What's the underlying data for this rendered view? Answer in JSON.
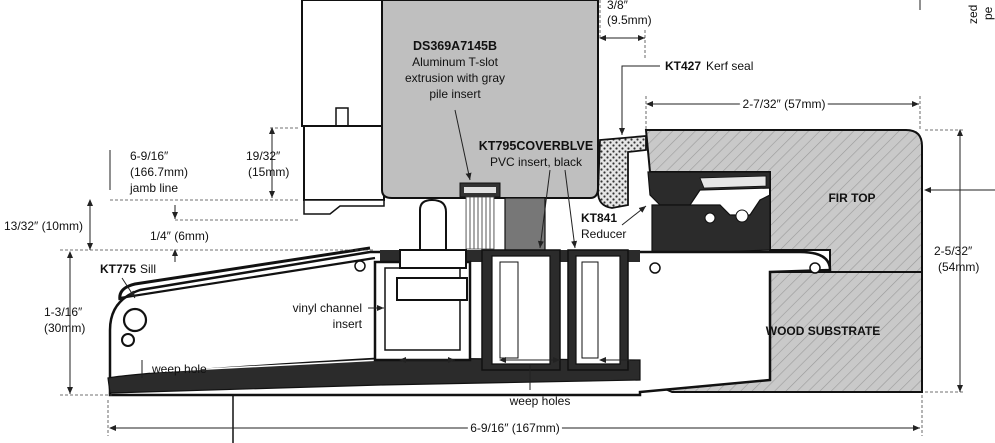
{
  "colors": {
    "extrusion_gray": "#bfbfbf",
    "wood_fill": "#c9c9c9",
    "outline": "#111111",
    "seal_dark": "#2b2b2b",
    "background": "#ffffff"
  },
  "parts": {
    "ds369": {
      "code": "DS369A7145B",
      "line1": "Aluminum T-slot",
      "line2": "extrusion with gray",
      "line3": "pile insert"
    },
    "kt427": {
      "code": "KT427",
      "desc": "Kerf seal"
    },
    "kt795": {
      "code": "KT795COVERBLVE",
      "desc": "PVC insert, black"
    },
    "kt841": {
      "code": "KT841",
      "desc": "Reducer"
    },
    "kt775": {
      "code": "KT775",
      "desc": "Sill"
    },
    "vinyl": {
      "line1": "vinyl channel",
      "line2": "insert"
    },
    "weep_hole": "weep hole",
    "weep_holes": "weep holes",
    "fir_top": "FIR TOP",
    "wood_substrate": "WOOD SUBSTRATE",
    "edge_text_1": "pe",
    "edge_text_2": "zed"
  },
  "dimensions": {
    "d38_a": "3/8″",
    "d38_b": "(9.5mm)",
    "d2_7_32": "2-7/32″ (57mm)",
    "d6_9_16_a": "6-9/16″",
    "d6_9_16_b": "(166.7mm)",
    "d6_9_16_c": "jamb line",
    "d19_32_a": "19/32″",
    "d19_32_b": "(15mm)",
    "d13_32": "13/32″ (10mm)",
    "d1_4": "1/4″ (6mm)",
    "d1_3_16_a": "1-3/16″",
    "d1_3_16_b": "(30mm)",
    "d2_5_32_a": "2-5/32″",
    "d2_5_32_b": "(54mm)",
    "d6_9_16_bottom": "6-9/16″ (167mm)"
  }
}
